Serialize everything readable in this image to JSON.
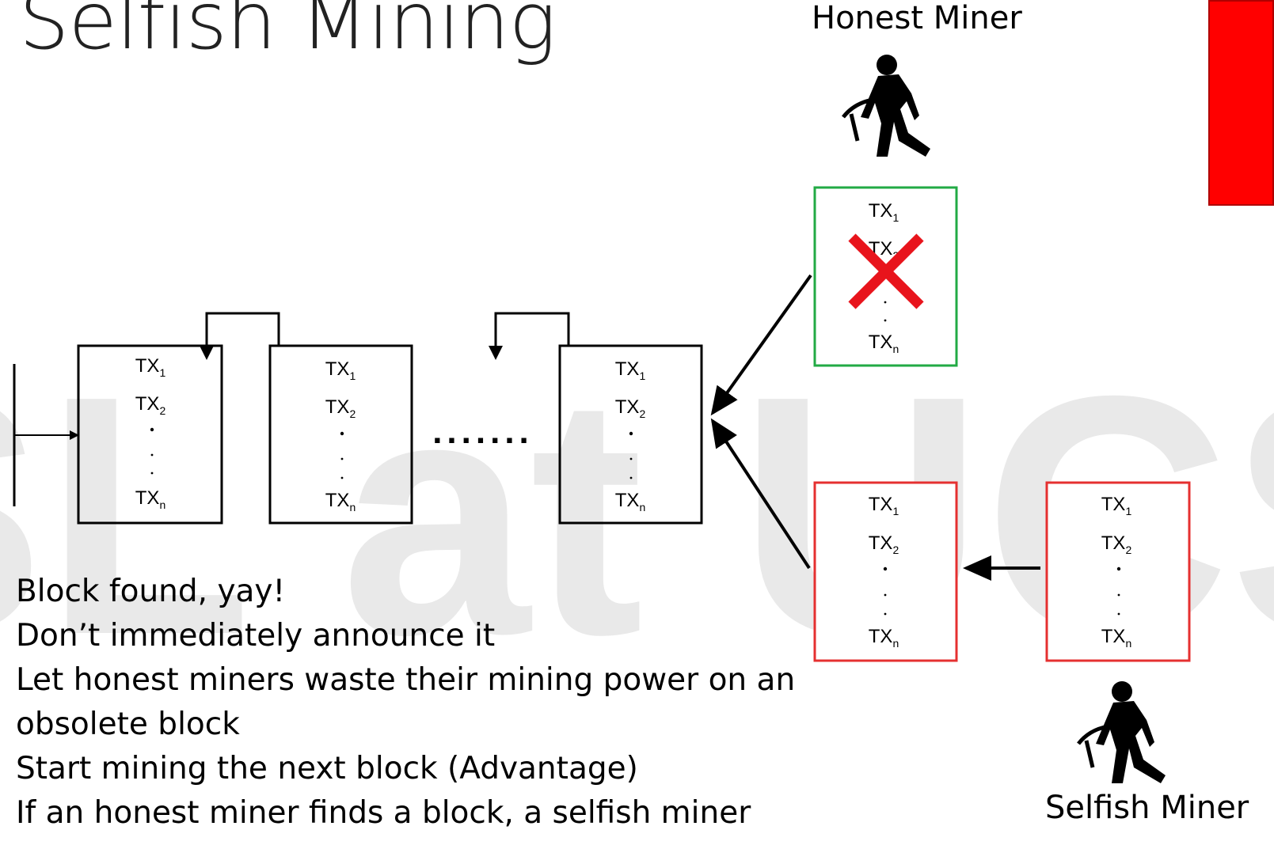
{
  "title": "Selfish Mining",
  "honest_label": "Honest Miner",
  "selfish_label": "Selfish Miner",
  "watermark": "DSL at UCS",
  "chain_ellipsis": ".......",
  "bullets": [
    "Block found, yay!",
    "Don’t immediately announce it",
    "Let honest miners waste their mining power on an",
    "obsolete block",
    "Start mining the next block (Advantage)",
    "If an honest miner finds a block, a selfish miner"
  ],
  "block_text": {
    "tx": "TX",
    "sub1": "1",
    "sub2": "2",
    "subn": "n"
  },
  "colors": {
    "honest_block": "#22aa44",
    "selfish_block": "#e53030",
    "cross": "#e8141c",
    "alert": "#ff0000",
    "watermark": "#e9e9e9"
  },
  "icons": {
    "honest_miner": "miner-with-pickaxe-icon",
    "selfish_miner": "miner-with-pickaxe-icon",
    "rejected": "red-x-icon"
  }
}
